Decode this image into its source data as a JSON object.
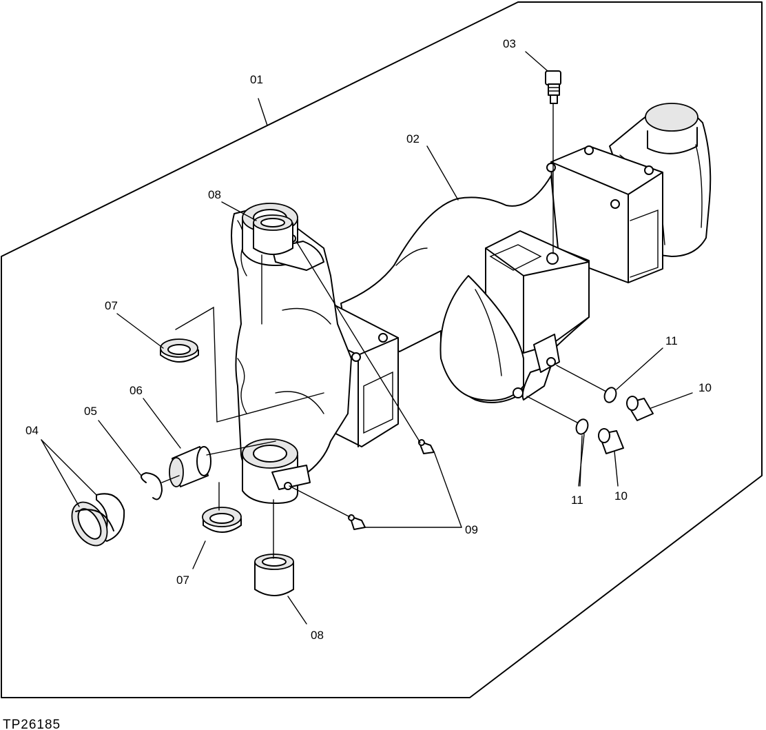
{
  "figure_id": "TP26185",
  "callouts": {
    "c01": "01",
    "c02": "02",
    "c03": "03",
    "c04": "04",
    "c05": "05",
    "c06": "06",
    "c07_top": "07",
    "c07_bottom": "07",
    "c08_top": "08",
    "c08_bottom": "08",
    "c09": "09",
    "c10_right": "10",
    "c10_bottom": "10",
    "c11_top": "11",
    "c11_bottom": "11"
  }
}
